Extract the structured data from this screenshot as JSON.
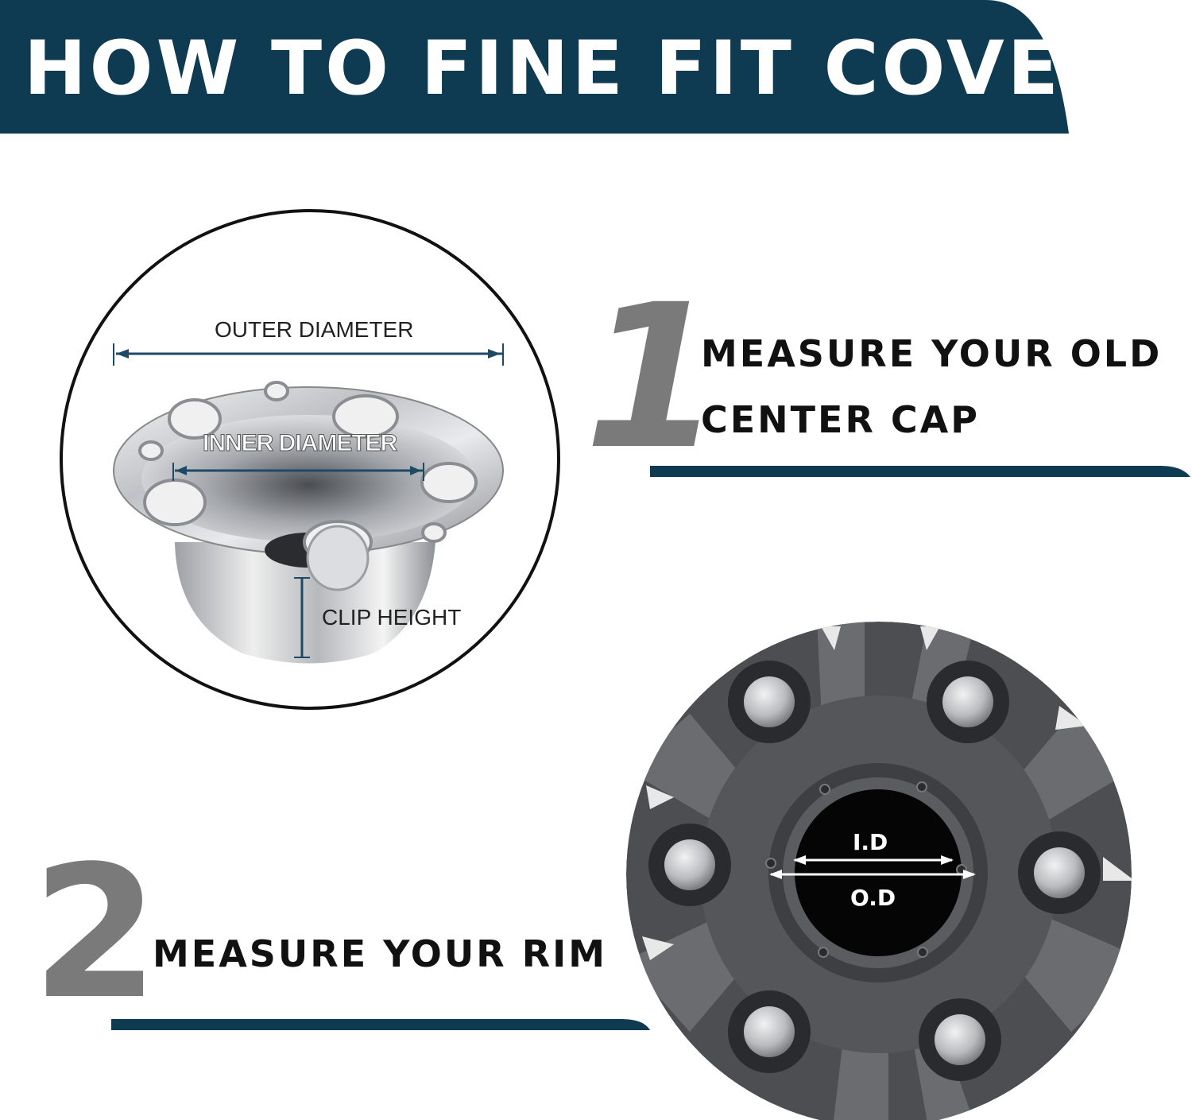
{
  "header": {
    "title": "HOW TO FINE FIT COVER",
    "color": "#0e3a52"
  },
  "step1": {
    "number": "1",
    "line1": "MEASURE YOUR OLD",
    "line2": "CENTER CAP"
  },
  "step2": {
    "number": "2",
    "line1": "MEASURE YOUR RIM"
  },
  "cap_diagram": {
    "outer_label": "OUTER DIAMETER",
    "inner_label": "INNER DIAMETER",
    "clip_label": "CLIP HEIGHT"
  },
  "rim_diagram": {
    "id_label": "I.D",
    "od_label": "O.D"
  },
  "colors": {
    "accent": "#0e3a52",
    "numeral": "#7a7a7a",
    "text": "#111111"
  }
}
